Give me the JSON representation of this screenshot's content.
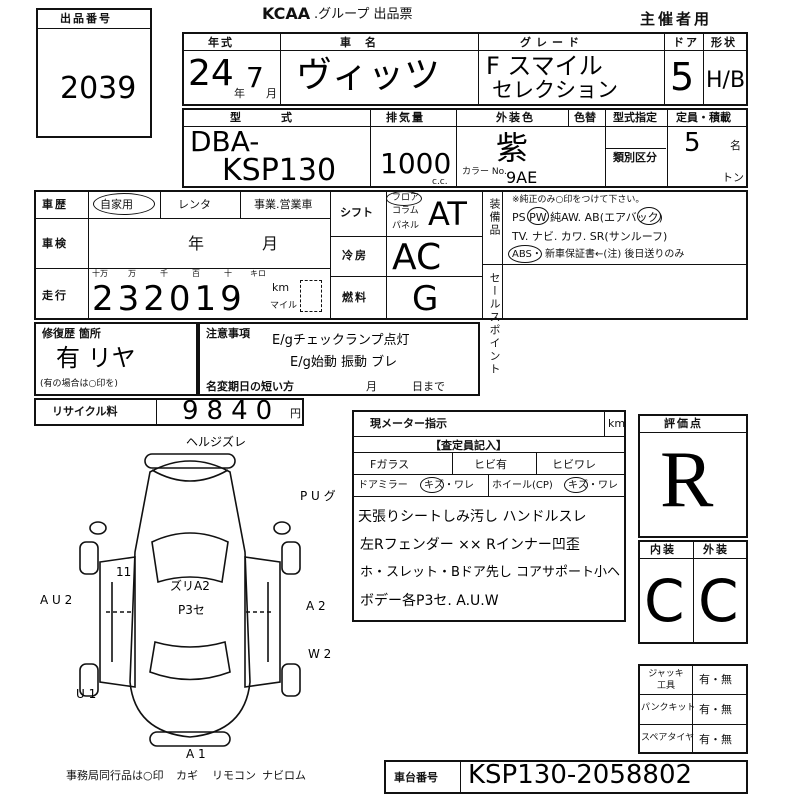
{
  "header": {
    "lot_label": "出品番号",
    "lot_number": "2039",
    "org_logo": "KCAA",
    "org_suffix": ".グループ 出品票",
    "host_label": "主催者用"
  },
  "top_row": {
    "year_label": "年式",
    "year_value": "24",
    "year_unit": "年",
    "month_value": "7",
    "month_unit": "月",
    "model_label": "車名",
    "model_value": "ヴィッツ",
    "grade_label": "グレード",
    "grade_value_1": "F スマイル",
    "grade_value_2": "セレクション",
    "doors_label": "ドア",
    "doors_value": "5",
    "body_label": "形状",
    "body_value": "H/B"
  },
  "second_row": {
    "type_label": "型式",
    "type_value_1": "DBA-",
    "type_value_2": "KSP130",
    "displacement_label": "排気量",
    "displacement_value": "1000",
    "displacement_unit": "c.c.",
    "ext_color_label": "外装色",
    "color_change_label": "色替",
    "ext_color_value": "紫",
    "color_code_label": "カラー No.",
    "color_code_value": "9AE",
    "type_designation_label": "型式指定",
    "category_label": "類別区分",
    "capacity_label": "定員・積載",
    "capacity_value": "5",
    "capacity_unit": "名",
    "load_unit": "トン"
  },
  "third_block": {
    "history_label": "車歴",
    "history_options": [
      "自家用",
      "レンタ",
      "事業.営業車"
    ],
    "inspection_label": "車検",
    "inspection_year": "年",
    "inspection_month": "月",
    "mileage_label": "走行",
    "mileage_places": [
      "十万",
      "万",
      "千",
      "百",
      "十",
      "キロ"
    ],
    "mileage_value": "232019",
    "mileage_unit_km": "km",
    "mileage_unit_mile": "マイル",
    "shift_label": "シフト",
    "shift_options": [
      "フロア",
      "コラム",
      "パネル"
    ],
    "shift_value": "AT",
    "ac_label": "冷房",
    "ac_value": "AC",
    "fuel_label": "燃料",
    "fuel_value": "G",
    "equip_label": "装備品",
    "equip_note": "※純正のみ○印をつけて下さい。",
    "equip_line1": "PS  PW  純AW. AB(エアバック)",
    "equip_line2": "TV. ナビ. カワ. SR(サンルーフ)",
    "equip_line3": "ABS・ 新車保証書←(注) 後日送りのみ",
    "sales_point_label": "セールスポイント"
  },
  "repair": {
    "repair_label": "修復歴 箇所",
    "repair_value": "有 リヤ",
    "repair_note": "(有の場合は○印を)",
    "caution_label": "注意事項",
    "caution_line1": "E/gチェックランプ点灯",
    "caution_line2": "E/g始動 振動 ブレ",
    "name_change_label": "名変期日の短い方",
    "name_change_month": "月",
    "name_change_day": "日まで",
    "recycle_label": "リサイクル料",
    "recycle_value": "9840",
    "recycle_unit": "円"
  },
  "inspector": {
    "meter_label": "現メーター指示",
    "meter_unit": "km",
    "section_title": "【査定員記入】",
    "glass_label": "Fガラス",
    "glass_opt1": "ヒビ有",
    "glass_opt2": "ヒビワレ",
    "mirror_label": "ドアミラー",
    "mirror_value": "キズ・ワレ",
    "wheel_label": "ホイール(CP)",
    "wheel_value": "キズ・ワレ",
    "note1": "天張りシートしみ汚し ハンドルスレ",
    "note2": "左Rフェンダー ×× Rインナー凹歪",
    "note3": "ホ・スレット・Bドア先し コアサポート小ヘ",
    "note4": "ボデー各P3セ. A.U.W"
  },
  "grades": {
    "score_label": "評価点",
    "score_value": "R",
    "interior_label": "内装",
    "exterior_label": "外装",
    "interior_value": "C",
    "exterior_value": "C"
  },
  "tools": {
    "jack_label": "ジャッキ 工具",
    "puncture_label": "パンクキット",
    "spare_label": "スペアタイヤ",
    "option": "有・無"
  },
  "diagram": {
    "labels": [
      "ヘルジズレ",
      "P U グ",
      "A U 2",
      "A 2",
      "W 2",
      "U 1",
      "ズリA2",
      "P3セ",
      "A 1",
      "11"
    ]
  },
  "footer": {
    "office_note": "事務局同行品は○印",
    "items": [
      "カギ",
      "リモコン",
      "ナビロム"
    ],
    "chassis_label": "車台番号",
    "chassis_value": "KSP130-2058802"
  }
}
